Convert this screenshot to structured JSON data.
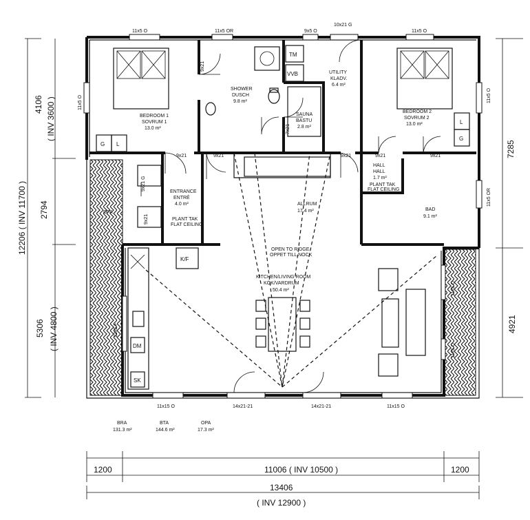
{
  "windows": {
    "top_bed1": "11x5 O",
    "top_bed1b": "11x5 OR",
    "top_shower": "9x5 O",
    "top_utility": "10x21 G",
    "top_bed2": "11x5 O",
    "left_bed1": "11x5 O",
    "right_bed2": "11x5 O",
    "right_bad": "11x5 OR",
    "left_dfa": "9x21 G",
    "left_dfa2": "9x21",
    "left_kitchen": "22x5 F",
    "right_terrace1": "11x5 O",
    "right_terrace2": "11x5 O",
    "bottom_left": "11x15 O",
    "bottom_door1": "14x21-21",
    "bottom_door2": "14x21-21",
    "bottom_right": "11x15 O"
  },
  "doors": {
    "bed1_door": "9x21",
    "entrance_door": "9x21",
    "shower_door_a": "9x21",
    "shower_door_b": "9x21",
    "sauna_door": "7x21",
    "allrum_door": "9x21",
    "hall_door_a": "9x21",
    "hall_door_b": "9x21",
    "bed2_door": "9x21"
  },
  "rooms": {
    "bed1_name": "BEDROOM 1",
    "bed1_name2": "SOVRUM 1",
    "bed1_area": "13.0 m²",
    "shower_name": "SHOWER",
    "shower_name2": "DUSCH",
    "shower_area": "9.8 m²",
    "utility_name": "UTILITY",
    "utility_name2": "KLADV.",
    "utility_area": "6.4 m²",
    "sauna_name": "SAUNA",
    "sauna_name2": "BASTU",
    "sauna_area": "2.8 m²",
    "bed2_name": "BEDROOM 2",
    "bed2_name2": "SOVRUM 2",
    "bed2_area": "13.0 m²",
    "entrance_name": "ENTRANCE",
    "entrance_name2": "ENTRÉ",
    "entrance_area": "4.0 m²",
    "allrum_name": "ALLRUM",
    "allrum_area": "17.4 m²",
    "hall_name": "HALL",
    "hall_name2": "HALL",
    "hall_area": "1.7 m²",
    "bad_name": "BAD",
    "bad_area": "9.1 m²",
    "kitchen_name": "KITCHEN/LIVING ROOM",
    "kitchen_name2": "KÖK/VARDRUM",
    "kitchen_area": "50.4 m²",
    "dfa": "DFA",
    "ridge": "OPEN TO RIDGE",
    "ridge2": "OPPET TILL NOCK",
    "flat_ceiling": "PLANT TAK",
    "flat_ceiling2": "FLAT CEILING",
    "flat_ceiling_hall": "PLANT TAK",
    "flat_ceiling_hall2": "FLAT CEILING"
  },
  "fixtures": {
    "g_left": "G",
    "l_left": "L",
    "l_right": "L",
    "g_right": "G",
    "tm": "TM",
    "vvb": "VVB",
    "kf": "K/F",
    "dm": "DM",
    "sk": "SK"
  },
  "areas": {
    "bra_label": "BRA",
    "bra_value": "131.3 m²",
    "bta_label": "BTA",
    "bta_value": "144.6 m²",
    "opa_label": "OPA",
    "opa_value": "17.3 m²"
  },
  "dimensions": {
    "left_total": "12206 ( INV 11700 )",
    "left_top": "4106",
    "left_top_inv": "( INV 3600 )",
    "left_mid": "2794",
    "left_bottom": "5306",
    "left_bottom_inv": "( INV 4800 )",
    "right_top": "7285",
    "right_bottom": "4921",
    "bottom_left": "1200",
    "bottom_mid": "11006 ( INV 10500 )",
    "bottom_right": "1200",
    "bottom_total": "13406",
    "bottom_total_inv": "( INV 12900 )"
  }
}
